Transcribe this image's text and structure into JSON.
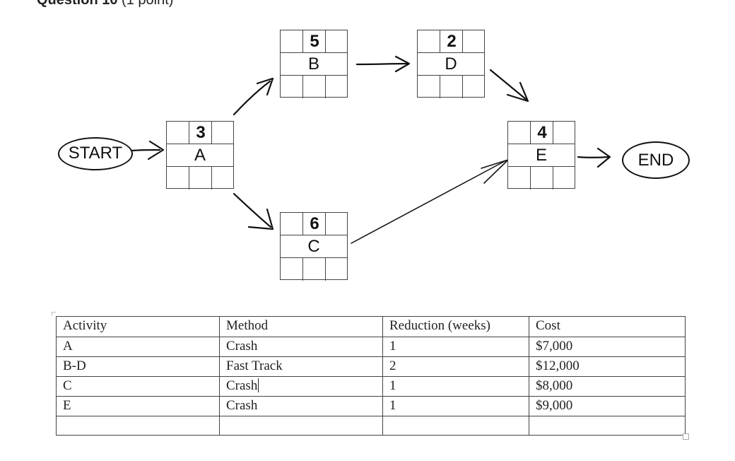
{
  "question": {
    "title": "Question 10",
    "points": "(1 point)"
  },
  "diagram": {
    "start_label": "START",
    "end_label": "END",
    "nodes": {
      "A": {
        "label": "A",
        "duration": "3"
      },
      "B": {
        "label": "B",
        "duration": "5"
      },
      "C": {
        "label": "C",
        "duration": "6"
      },
      "D": {
        "label": "D",
        "duration": "2"
      },
      "E": {
        "label": "E",
        "duration": "4"
      }
    },
    "edges": [
      [
        "START",
        "A"
      ],
      [
        "A",
        "B"
      ],
      [
        "A",
        "C"
      ],
      [
        "B",
        "D"
      ],
      [
        "D",
        "E"
      ],
      [
        "C",
        "E"
      ],
      [
        "E",
        "END"
      ]
    ]
  },
  "table": {
    "headers": {
      "activity": "Activity",
      "method": "Method",
      "reduction": "Reduction (weeks)",
      "cost": "Cost"
    },
    "rows": [
      {
        "activity": "A",
        "method": "Crash",
        "reduction": "1",
        "cost": "$7,000"
      },
      {
        "activity": "B-D",
        "method": "Fast Track",
        "reduction": "2",
        "cost": "$12,000"
      },
      {
        "activity": "C",
        "method": "Crash",
        "reduction": "1",
        "cost": "$8,000"
      },
      {
        "activity": "E",
        "method": "Crash",
        "reduction": "1",
        "cost": "$9,000"
      }
    ]
  }
}
